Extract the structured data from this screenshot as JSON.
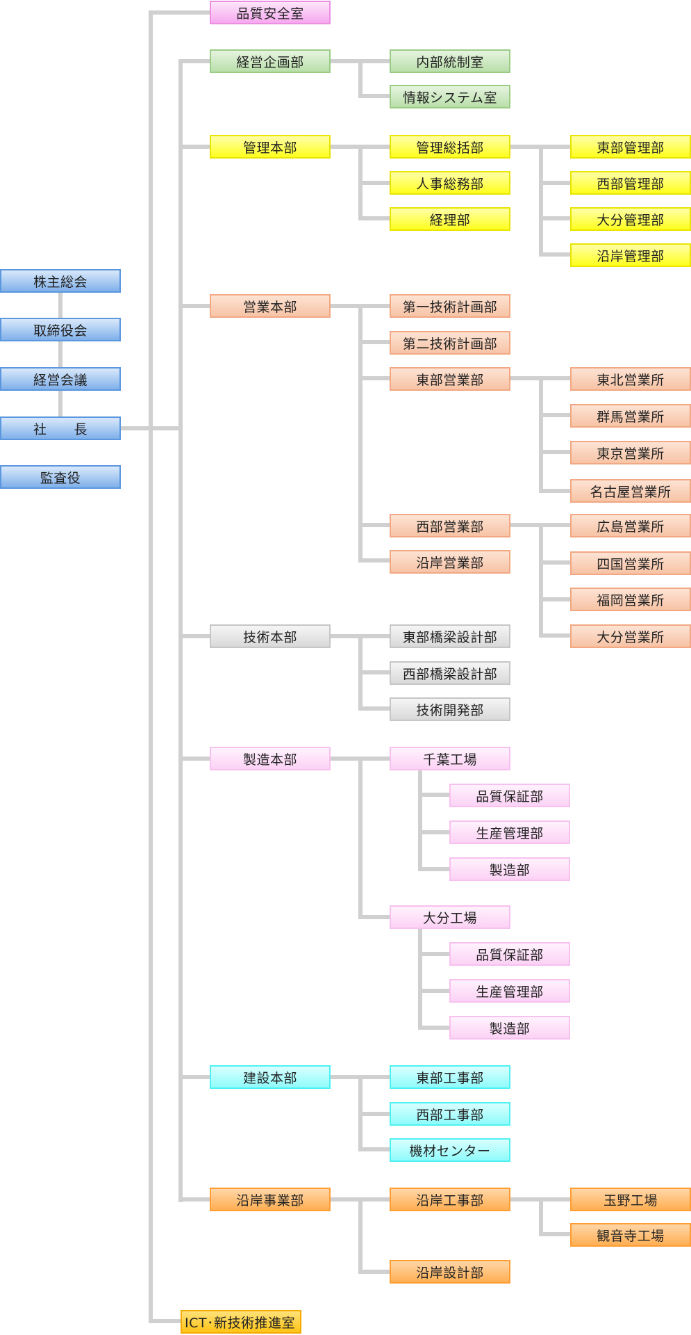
{
  "colors": {
    "connector": "#d0d0d0",
    "blue": "#7fb0ea",
    "magenta": "#f6a8ef",
    "green": "#b9dfaa",
    "yellow": "#ffff1e",
    "salmon": "#f7c3a5",
    "gray": "#d9d9d9",
    "pink": "#fcd2f5",
    "cyan": "#8ffbfb",
    "orange": "#ffaf52",
    "gold": "#ffc414"
  },
  "governance": {
    "shareholders": "株主総会",
    "board": "取締役会",
    "management_council": "経営会議",
    "president": "社　　長",
    "auditor": "監査役"
  },
  "quality_safety_office": "品質安全室",
  "ict_office": "ICT･新技術推進室",
  "planning": {
    "name": "経営企画部",
    "children": [
      "内部統制室",
      "情報システム室"
    ]
  },
  "admin": {
    "name": "管理本部",
    "children": [
      "管理総括部",
      "人事総務部",
      "経理部"
    ],
    "general_sub": [
      "東部管理部",
      "西部管理部",
      "大分管理部",
      "沿岸管理部"
    ]
  },
  "sales": {
    "name": "営業本部",
    "children": [
      "第一技術計画部",
      "第二技術計画部",
      "東部営業部",
      "西部営業部",
      "沿岸営業部"
    ],
    "east_sub": [
      "東北営業所",
      "群馬営業所",
      "東京営業所",
      "名古屋営業所"
    ],
    "west_sub": [
      "広島営業所",
      "四国営業所",
      "福岡営業所",
      "大分営業所"
    ]
  },
  "engineering": {
    "name": "技術本部",
    "children": [
      "東部橋梁設計部",
      "西部橋梁設計部",
      "技術開発部"
    ]
  },
  "manufacturing": {
    "name": "製造本部",
    "chiba": {
      "name": "千葉工場",
      "children": [
        "品質保証部",
        "生産管理部",
        "製造部"
      ]
    },
    "oita": {
      "name": "大分工場",
      "children": [
        "品質保証部",
        "生産管理部",
        "製造部"
      ]
    }
  },
  "construction": {
    "name": "建設本部",
    "children": [
      "東部工事部",
      "西部工事部",
      "機材センター"
    ]
  },
  "coastal": {
    "name": "沿岸事業部",
    "children": [
      "沿岸工事部",
      "沿岸設計部"
    ],
    "works_sub": [
      "玉野工場",
      "観音寺工場"
    ]
  }
}
